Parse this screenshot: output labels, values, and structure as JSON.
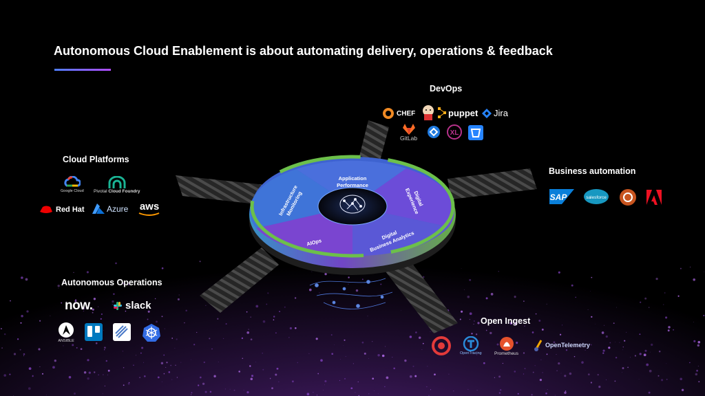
{
  "slide": {
    "title": "Autonomous Cloud Enablement is about automating delivery, operations & feedback"
  },
  "colors": {
    "background": "#000000",
    "accent_blue": "#4f7fff",
    "accent_purple": "#b14bff",
    "wheel_blue": "#3d6fe0",
    "wheel_purple": "#6a3fd6",
    "wheel_green": "#7bc043"
  },
  "sections": {
    "devops": {
      "heading": "DevOps",
      "logos": [
        "CHEF",
        "puppet",
        "Jira",
        "GitLab",
        "XL"
      ],
      "icons": [
        "chef-icon",
        "jenkins-icon",
        "puppet-icon",
        "jira-icon",
        "gitlab-icon",
        "azure-devops-icon",
        "xebialabs-icon",
        "bitbucket-icon"
      ]
    },
    "cloud_platforms": {
      "heading": "Cloud Platforms",
      "logos": [
        "Google Cloud",
        "Pivotal",
        "Cloud Foundry",
        "Red Hat",
        "Azure",
        "aws"
      ]
    },
    "business_automation": {
      "heading": "Business automation",
      "logos": [
        "SAP",
        "salesforce"
      ],
      "icons": [
        "sap-icon",
        "salesforce-icon",
        "servicenow-circle-icon",
        "adobe-icon"
      ]
    },
    "autonomous_operations": {
      "heading": "Autonomous Operations",
      "logos": [
        "now.",
        "slack",
        "ANSIBLE"
      ],
      "icons": [
        "servicenow-icon",
        "slack-icon",
        "ansible-icon",
        "trello-icon",
        "stackstorm-icon",
        "kubernetes-icon"
      ]
    },
    "open_ingest": {
      "heading": "Open Ingest",
      "logos": [
        "Prometheus",
        "OpenTelemetry",
        "OpenTracing"
      ],
      "icons": [
        "opencensus-icon",
        "opentracing-icon",
        "prometheus-icon",
        "opentelemetry-icon"
      ]
    }
  },
  "wheel": {
    "segments": [
      "Application Performance",
      "Digital Experience",
      "Digital Business Analytics",
      "AIOps",
      "Infrastructure Monitoring"
    ],
    "segment_lines": [
      [
        "Application",
        "Performance"
      ],
      [
        "Digital",
        "Experience"
      ],
      [
        "Digital",
        "Business Analytics"
      ],
      [
        "AIOps"
      ],
      [
        "Infrastructure",
        "Monitoring"
      ]
    ],
    "center_icon": "ai-brain-icon"
  }
}
